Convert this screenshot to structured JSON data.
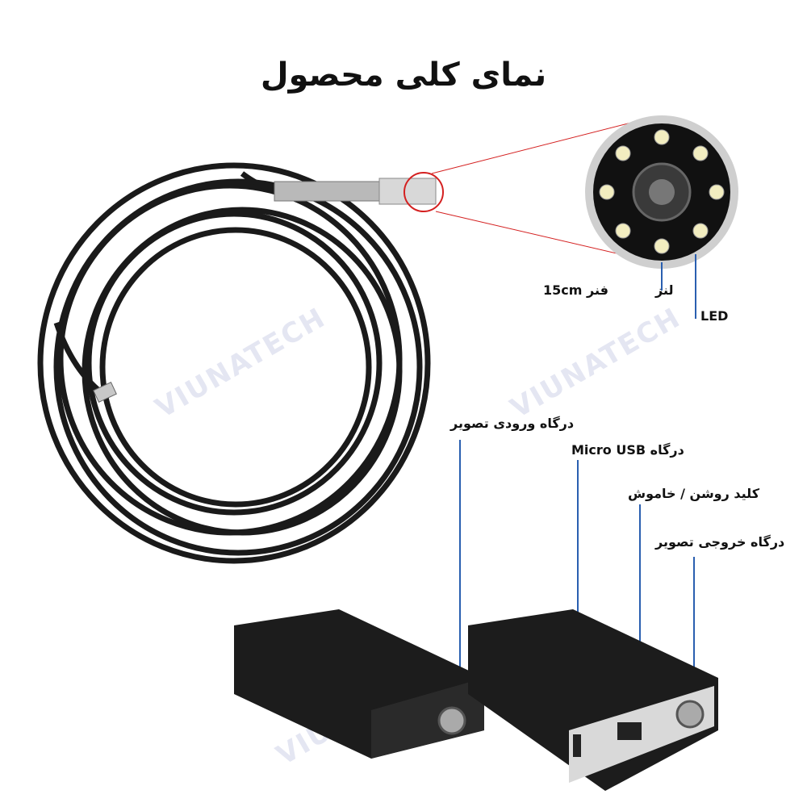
{
  "title": "نمای کلی محصول",
  "watermark": "VIUNATECH",
  "labels": {
    "spring": "فنر 15cm",
    "lens": "لنز",
    "led": "LED",
    "video_input": "درگاه ورودی تصویر",
    "micro_usb": "درگاه Micro USB",
    "power_switch": "کلید روشن / خاموش",
    "video_output": "درگاه خروجی تصویر"
  },
  "colors": {
    "callout_line": "#2a5fb0",
    "zoom_circle": "#d42020"
  }
}
